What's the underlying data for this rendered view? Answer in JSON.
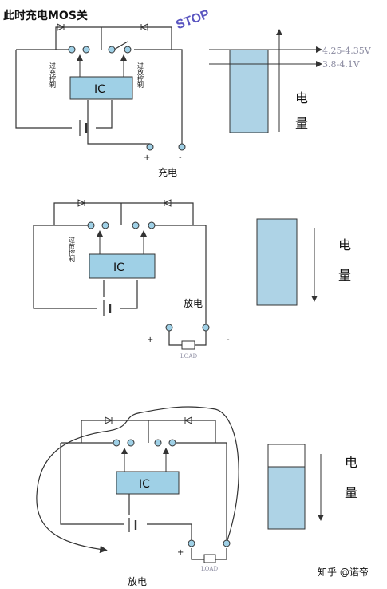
{
  "title": "此时充电MOS关",
  "stamp": "STOP",
  "ic_label": "IC",
  "overcharge_label": "过充控制",
  "overdischarge_label": "过放控制",
  "plus": "+",
  "minus": "-",
  "load_label": "LOAD",
  "charge_label": "充电",
  "discharge_label": "放电",
  "capacity_label_1": "电",
  "capacity_label_2": "量",
  "voltage_high": "4.25-4.35V",
  "voltage_low": "3.8-4.1V",
  "watermark": "知乎 @诺帝",
  "battery_levels": {
    "top": 0.95,
    "middle": 1.0,
    "bottom": 0.72
  },
  "colors": {
    "fill": "#9fd0e6",
    "line": "#333333"
  }
}
